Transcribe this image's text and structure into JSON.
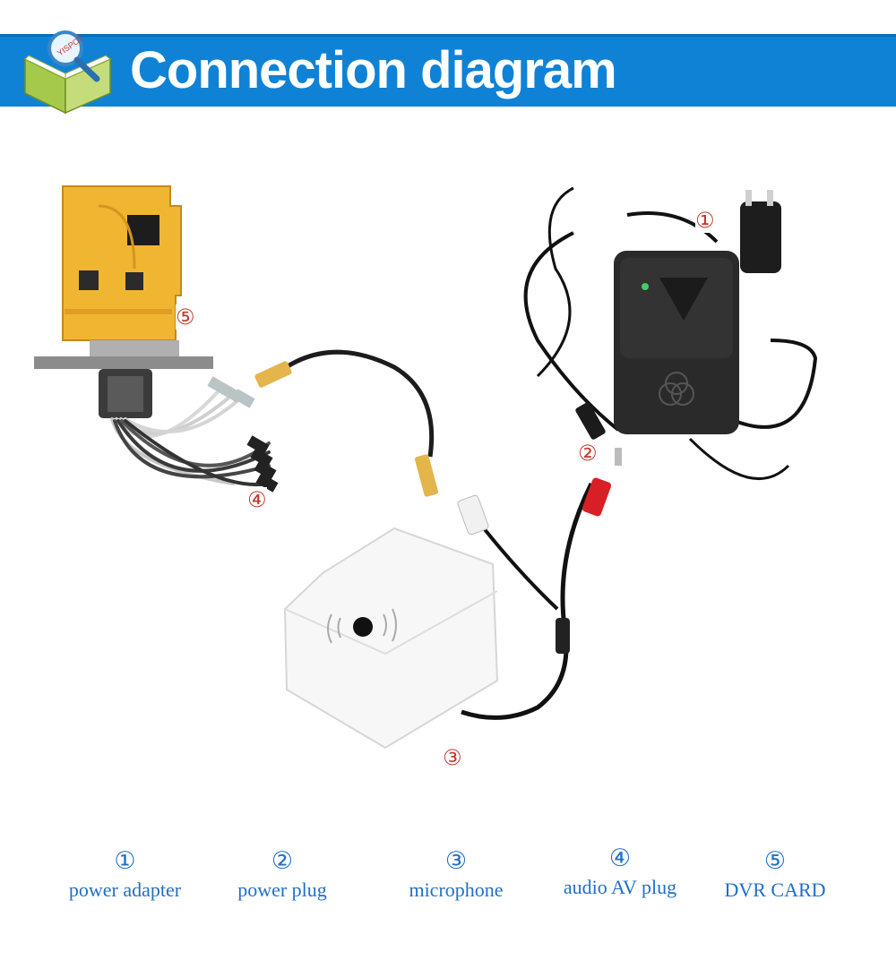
{
  "header": {
    "title": "Connection diagram",
    "logo_text": "YISPOT"
  },
  "callouts": {
    "c1": "①",
    "c2": "②",
    "c3": "③",
    "c4": "④",
    "c5": "⑤"
  },
  "legend": {
    "items": [
      {
        "num": "①",
        "label": "power adapter"
      },
      {
        "num": "②",
        "label": "power plug"
      },
      {
        "num": "③",
        "label": "microphone"
      },
      {
        "num": "④",
        "label": "audio AV plug"
      },
      {
        "num": "⑤",
        "label": "DVR CARD"
      }
    ]
  },
  "colors": {
    "banner": "#0f82d6",
    "legend_text": "#1f6fc7",
    "callout": "#c0392b"
  }
}
